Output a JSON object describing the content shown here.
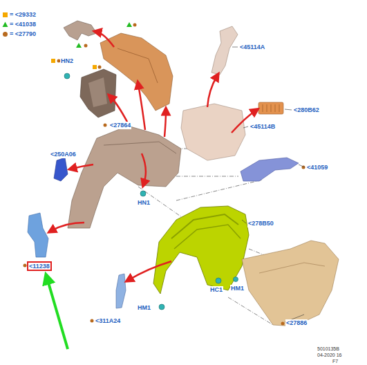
{
  "diagram": {
    "labels": [
      "HN2",
      "<27864",
      "<45114A",
      "<280B62",
      "<45114B",
      "<250A06",
      "<41059",
      "HN1",
      "<278B50",
      "<11238",
      "HC1",
      "HM1",
      "HM1",
      "<311A24",
      "<27886",
      "5010135B",
      "04-2020 16",
      "F7"
    ],
    "legend": [
      {
        "text": "= <29332",
        "color": "#f5a800"
      },
      {
        "text": "= <41038"
      },
      {
        "text": "= <27790"
      }
    ]
  }
}
